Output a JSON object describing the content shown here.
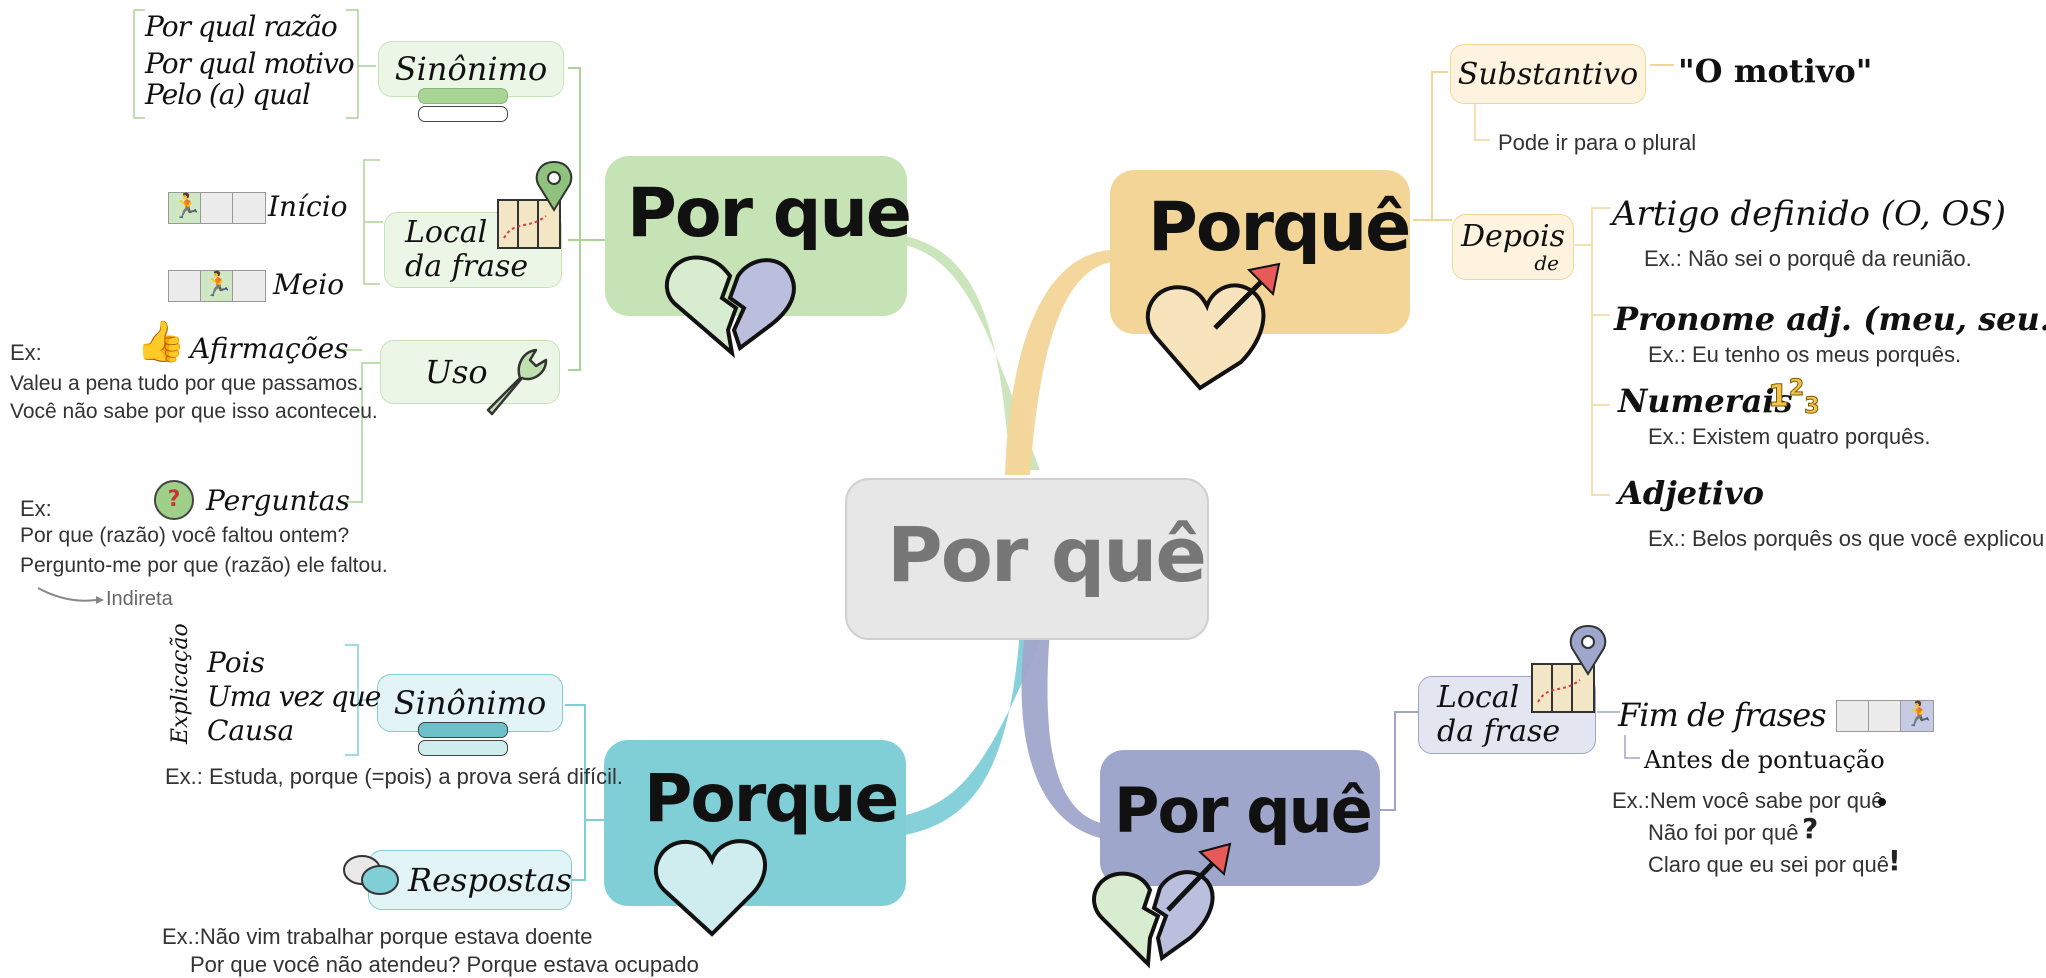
{
  "center": {
    "title": "Por quê"
  },
  "colors": {
    "green": "#c5e3b5",
    "orange": "#f3d598",
    "teal": "#80cfd7",
    "purple": "#9fa6cb",
    "center": "#e6e7e6"
  },
  "por_que": {
    "title": "Por  que",
    "sinonimo": {
      "label": "Sinônimo",
      "items": [
        "Por qual razão",
        "Por qual motivo",
        "Pelo (a) qual"
      ]
    },
    "local": {
      "label_line1": "Local",
      "label_line2": "da frase",
      "inicio": "Início",
      "meio": "Meio"
    },
    "uso": {
      "label": "Uso",
      "afirmacoes": "Afirmações",
      "afirmacoes_ex": [
        "Ex:",
        "Valeu a pena tudo por que passamos.",
        "Você não sabe por que isso aconteceu."
      ],
      "perguntas": "Perguntas",
      "perguntas_ex": [
        "Ex:",
        "Por que (razão) você faltou ontem?",
        "Pergunto-me por que (razão) ele faltou."
      ],
      "indireta": "Indireta"
    }
  },
  "porque_subst": {
    "title": "Porquê",
    "substantivo": "Substantivo",
    "motivo": "\"O motivo\"",
    "plural": "Pode ir para o plural",
    "depois_line1": "Depois",
    "depois_line2": "de",
    "artigo": "Artigo definido (O, OS)",
    "artigo_ex": "Ex.: Não sei o porquê da reunião.",
    "pronome": "Pronome adj. (meu, seu...)",
    "pronome_ex": "Ex.: Eu tenho os meus porquês.",
    "numerais": "Numerais",
    "numerais_ex": "Ex.: Existem quatro porquês.",
    "adjetivo": "Adjetivo",
    "adjetivo_ex": "Ex.: Belos porquês os que você explicou"
  },
  "porque_conj": {
    "title": "Porque",
    "sinonimo": "Sinônimo",
    "explicacao": "Explicação",
    "items": [
      "Pois",
      "Uma vez que",
      "Causa"
    ],
    "sinonimo_ex": "Ex.: Estuda, porque (=pois) a prova será difícil.",
    "respostas": "Respostas",
    "respostas_ex": [
      "Ex.:Não vim trabalhar porque estava doente",
      "Por que você não atendeu? Porque estava ocupado"
    ]
  },
  "por_que_final": {
    "title": "Por quê",
    "local_line1": "Local",
    "local_line2": "da frase",
    "fim": "Fim de frases",
    "pontuacao": "Antes de pontuação",
    "ex": [
      "Ex.:Nem você sabe por quê",
      "Não foi por quê",
      "Claro que eu sei por quê"
    ]
  }
}
